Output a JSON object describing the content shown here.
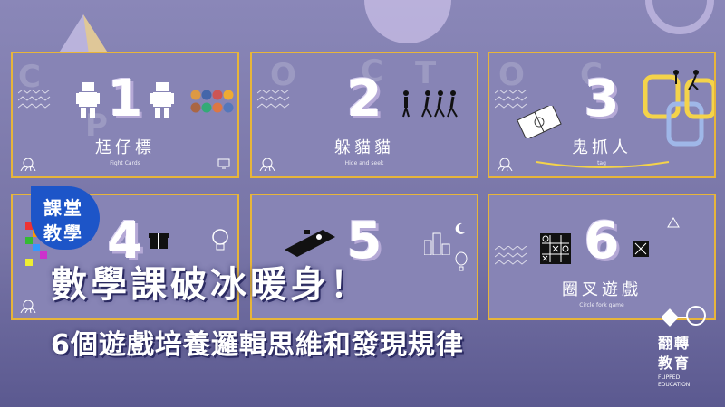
{
  "badge": {
    "line1": "課堂",
    "line2": "教學"
  },
  "headline": {
    "line1": "數學課破冰暖身！",
    "line2": "6個遊戲培養邏輯思維和發現規律"
  },
  "logo": {
    "line1": "翻轉",
    "line2": "教育",
    "line3": "FLIPPED\nEDUCATION"
  },
  "slides": [
    {
      "number": "1",
      "title": "尪仔標",
      "subtitle": "Fight Cards"
    },
    {
      "number": "2",
      "title": "躲貓貓",
      "subtitle": "Hide and seek"
    },
    {
      "number": "3",
      "title": "鬼抓人",
      "subtitle": "tag"
    },
    {
      "number": "4",
      "title": "",
      "subtitle": ""
    },
    {
      "number": "5",
      "title": "",
      "subtitle": ""
    },
    {
      "number": "6",
      "title": "圈叉遊戲",
      "subtitle": "Circle fork game"
    }
  ],
  "colors": {
    "accent_border": "#e7b53a",
    "badge_blue": "#1d55c8",
    "bg": "#7f7cab"
  }
}
